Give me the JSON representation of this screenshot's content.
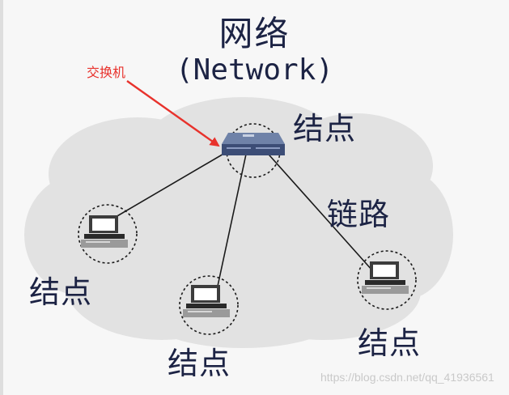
{
  "title": "网络",
  "subtitle": "(Network)",
  "annotation": {
    "label": "交换机",
    "color": "#e8322c"
  },
  "edge_label": "链路",
  "nodes": [
    {
      "label": "结点",
      "device": "switch-icon"
    },
    {
      "label": "结点",
      "device": "computer-icon"
    },
    {
      "label": "结点",
      "device": "computer-icon"
    },
    {
      "label": "结点",
      "device": "computer-icon"
    }
  ],
  "watermark": "https://blog.csdn.net/qq_41936561",
  "colors": {
    "cloud": "#e2e2e2",
    "text": "#1c2344",
    "switch": "#4a5c86",
    "arrow": "#e8322c"
  }
}
